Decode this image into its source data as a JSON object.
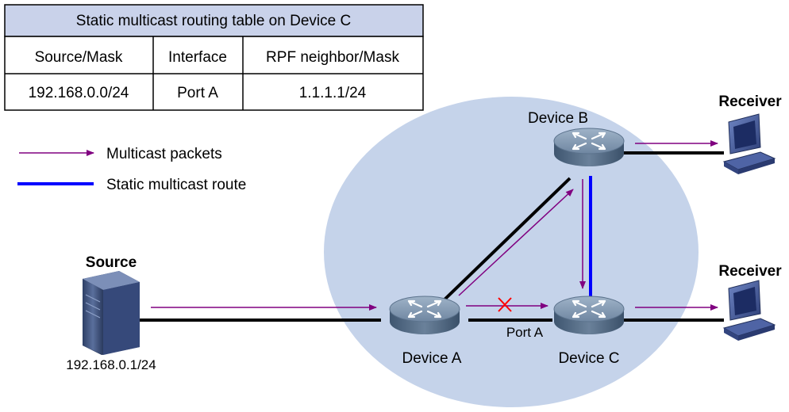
{
  "table": {
    "title": "Static multicast routing table on Device C",
    "headers": [
      "Source/Mask",
      "Interface",
      "RPF neighbor/Mask"
    ],
    "row": [
      "192.168.0.0/24",
      "Port A",
      "1.1.1.1/24"
    ]
  },
  "legend": {
    "multicast_packets": "Multicast packets",
    "static_route": "Static multicast route"
  },
  "nodes": {
    "source_label": "Source",
    "source_ip": "192.168.0.1/24",
    "device_a": "Device A",
    "device_b": "Device B",
    "device_c": "Device C",
    "receiver_top": "Receiver",
    "receiver_bottom": "Receiver",
    "port_a": "Port A"
  },
  "colors": {
    "arrow": "#800080",
    "static_route": "#0000ff",
    "cloud": "#c5d3ea",
    "table_header": "#c9d2ea",
    "blocked": "#ff0000"
  }
}
